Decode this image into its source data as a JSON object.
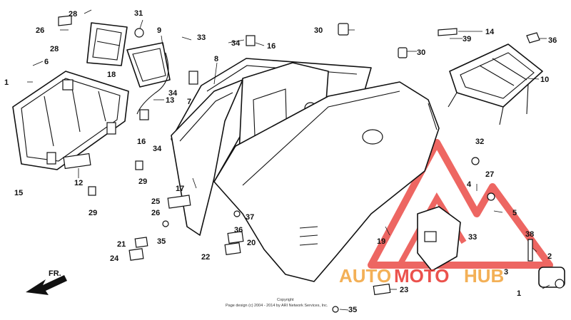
{
  "labels": {
    "c1a": "1",
    "c1b": "1",
    "c2": "2",
    "c3": "3",
    "c4": "4",
    "c5": "5",
    "c6": "6",
    "c7": "7",
    "c8": "8",
    "c9": "9",
    "c10": "10",
    "c12": "12",
    "c13": "13",
    "c14": "14",
    "c15": "15",
    "c16a": "16",
    "c16b": "16",
    "c17": "17",
    "c18": "18",
    "c19": "19",
    "c20": "20",
    "c21": "21",
    "c22": "22",
    "c23": "23",
    "c24": "24",
    "c25": "25",
    "c26a": "26",
    "c26b": "26",
    "c27": "27",
    "c28a": "28",
    "c28b": "28",
    "c29a": "29",
    "c29b": "29",
    "c30a": "30",
    "c30b": "30",
    "c31": "31",
    "c32": "32",
    "c33a": "33",
    "c33b": "33",
    "c34a": "34",
    "c34b": "34",
    "c34c": "34",
    "c35a": "35",
    "c35b": "35",
    "c36a": "36",
    "c36b": "36",
    "c37": "37",
    "c38": "38",
    "c39": "39"
  },
  "fr_label": "FR.",
  "copyright": {
    "line1": "Copyright",
    "line2": "Page design (c) 2004 - 2014 by ARI Network Services, Inc."
  },
  "watermark": {
    "part1": "AUTO",
    "part2": "MOTO",
    "part3": "HUB",
    "color_red": "#e8342e",
    "color_orange": "#f2a33a"
  }
}
